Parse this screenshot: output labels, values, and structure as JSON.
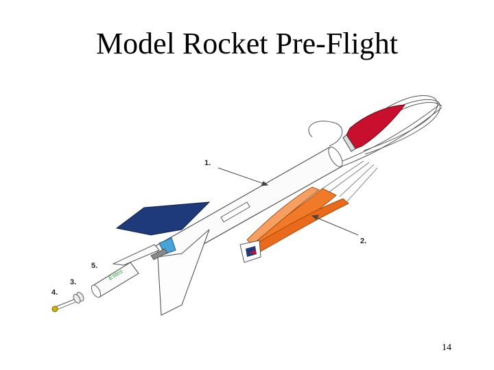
{
  "slide": {
    "title": "Model Rocket Pre-Flight",
    "page_number": "14"
  },
  "diagram": {
    "callouts": [
      "1.",
      "2.",
      "3.",
      "4.",
      "5."
    ],
    "engine_label": "Estes",
    "colors": {
      "nose_cone": "#c8102e",
      "fin": "#1f3a7a",
      "parachute": "#f07a28",
      "engine_label": "#2e9c3a",
      "engine_hook": "#4aa3d8",
      "igniter_tip": "#d4b000"
    }
  }
}
